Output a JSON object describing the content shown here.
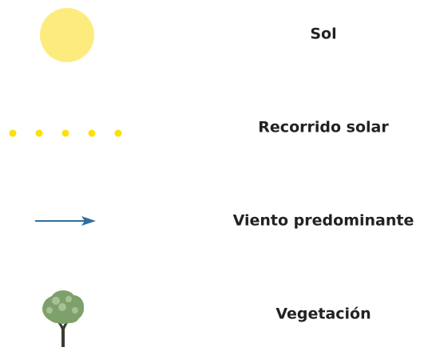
{
  "legend": {
    "items": [
      {
        "label": "Sol",
        "icon": "sun-icon",
        "color": "#fdeb7e"
      },
      {
        "label": "Recorrido solar",
        "icon": "dotted-path-icon",
        "color": "#f8e20a"
      },
      {
        "label": "Viento predominante",
        "icon": "arrow-right-icon",
        "color": "#2f6e9c"
      },
      {
        "label": "Vegetación",
        "icon": "tree-icon",
        "color": "#7ea06a"
      }
    ]
  }
}
